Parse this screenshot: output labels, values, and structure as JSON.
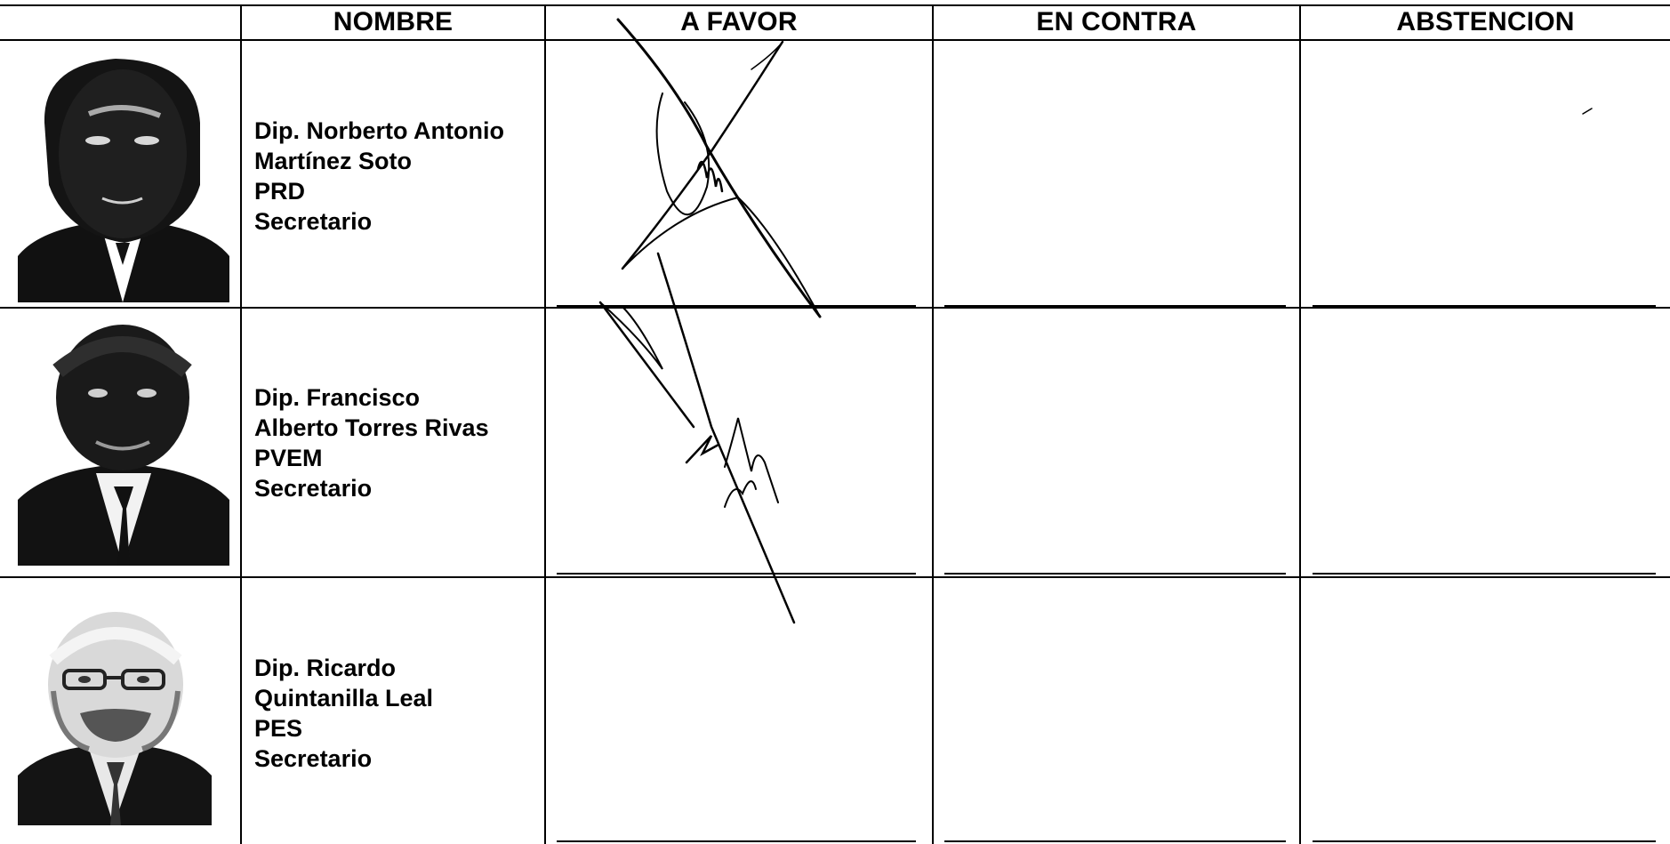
{
  "table": {
    "headers": {
      "nombre": "NOMBRE",
      "a_favor": "A FAVOR",
      "en_contra": "EN CONTRA",
      "abstencion": "ABSTENCION"
    },
    "rows": [
      {
        "lines": [
          "Dip. Norberto Antonio",
          "Martínez Soto",
          "PRD",
          "Secretario"
        ],
        "signed_a_favor": true
      },
      {
        "lines": [
          "Dip. Francisco",
          "Alberto Torres Rivas",
          "PVEM",
          "Secretario"
        ],
        "signed_a_favor": true
      },
      {
        "lines": [
          "Dip. Ricardo",
          "Quintanilla Leal",
          "PES",
          "Secretario"
        ],
        "signed_a_favor": false
      }
    ]
  }
}
